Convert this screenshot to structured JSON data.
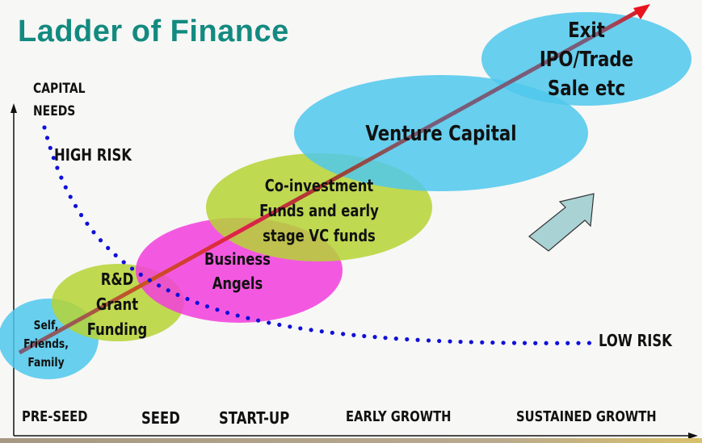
{
  "title": "Ladder of Finance",
  "axis": {
    "y_label_line1": "CAPITAL",
    "y_label_line2": "NEEDS"
  },
  "risk": {
    "high": "HIGH RISK",
    "low": "LOW RISK"
  },
  "stages": [
    "PRE-SEED",
    "SEED",
    "START-UP",
    "EARLY GROWTH",
    "SUSTAINED GROWTH"
  ],
  "bubbles": [
    {
      "id": "self",
      "lines": [
        "Self,",
        "Friends,",
        "Family"
      ],
      "color": "#4fc8ec"
    },
    {
      "id": "rnd",
      "lines": [
        "R&D",
        "Grant",
        "Funding"
      ],
      "color": "#b5d334"
    },
    {
      "id": "angels",
      "lines": [
        "Business",
        "Angels"
      ],
      "color": "#f23ddc"
    },
    {
      "id": "coinvest",
      "lines": [
        "Co-investment",
        "Funds and early",
        "stage VC funds"
      ],
      "color": "#b5d334"
    },
    {
      "id": "vc",
      "lines": [
        "Venture Capital"
      ],
      "color": "#4fc8ec"
    },
    {
      "id": "exit",
      "lines": [
        "Exit",
        "IPO/Trade",
        "Sale etc"
      ],
      "color": "#4fc8ec"
    }
  ],
  "colors": {
    "title": "#138a80",
    "risk_curve": "#1010d8",
    "ladder_arrow_start": "#6e5a6e",
    "ladder_arrow_mid": "#e0204a",
    "ladder_arrow_head": "#e8141c",
    "growth_arrow": "#a9d2d4"
  }
}
